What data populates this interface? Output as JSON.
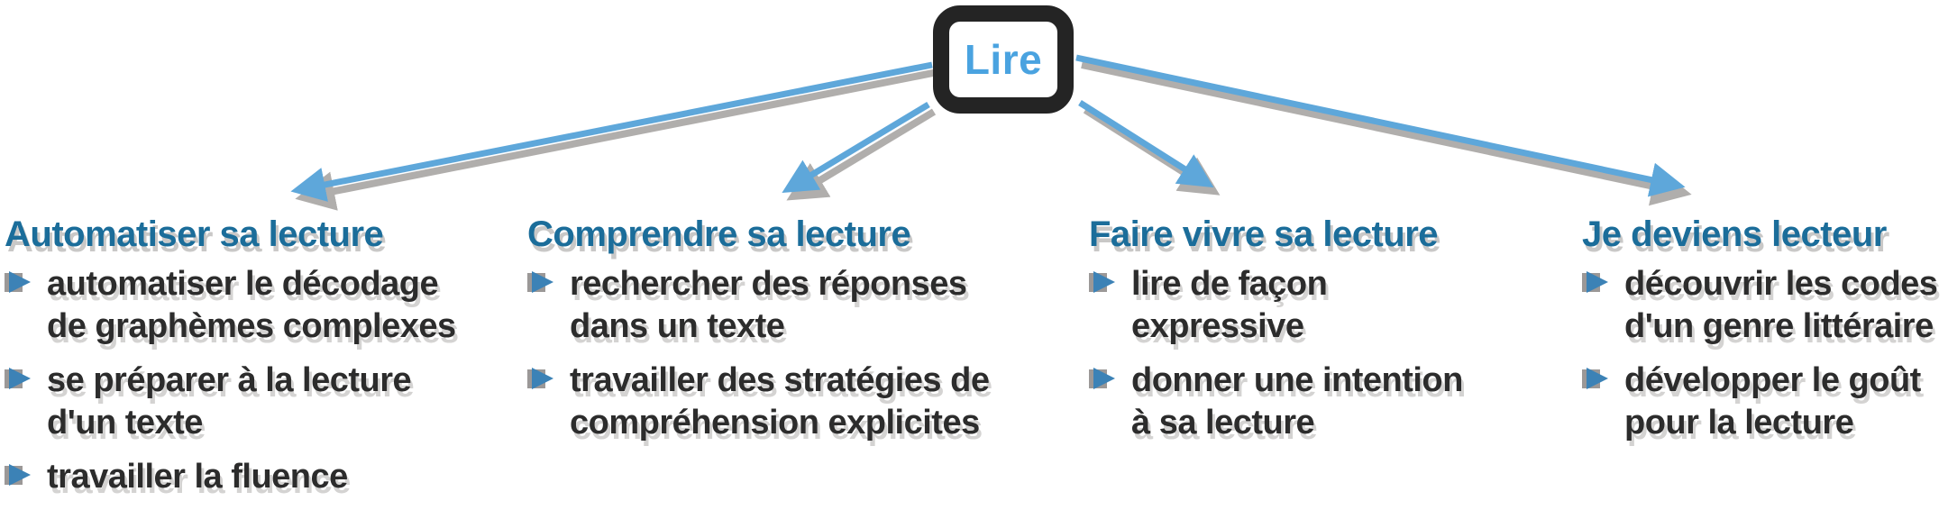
{
  "root": {
    "label": "Lire"
  },
  "colors": {
    "heading_blue": "#1b6d9a",
    "body_text": "#2c2c2c",
    "arrow_blue": "#5ea7da",
    "arrow_shadow_gray": "#a3a09e",
    "bullet_blue": "#3c82b6",
    "bullet_shadow_gray": "#9b9897",
    "root_label_blue": "#4aa3e0",
    "root_border_black": "#242424"
  },
  "branches": [
    {
      "title": "Automatiser sa lecture",
      "items": [
        {
          "lines": [
            "automatiser le décodage",
            "de graphèmes complexes"
          ]
        },
        {
          "lines": [
            "se préparer à la lecture",
            "d'un texte"
          ]
        },
        {
          "lines": [
            "travailler la fluence"
          ]
        }
      ]
    },
    {
      "title": "Comprendre sa lecture",
      "items": [
        {
          "lines": [
            "rechercher des réponses",
            "dans un texte"
          ]
        },
        {
          "lines": [
            "travailler des stratégies de",
            "compréhension explicites"
          ]
        }
      ]
    },
    {
      "title": "Faire vivre sa lecture",
      "items": [
        {
          "lines": [
            "lire de façon",
            "expressive"
          ]
        },
        {
          "lines": [
            "donner une intention",
            "à sa lecture"
          ]
        }
      ]
    },
    {
      "title": "Je deviens lecteur",
      "items": [
        {
          "lines": [
            "découvrir les codes",
            "d'un genre littéraire"
          ]
        },
        {
          "lines": [
            "développer le goût",
            "pour la lecture"
          ]
        }
      ]
    }
  ]
}
